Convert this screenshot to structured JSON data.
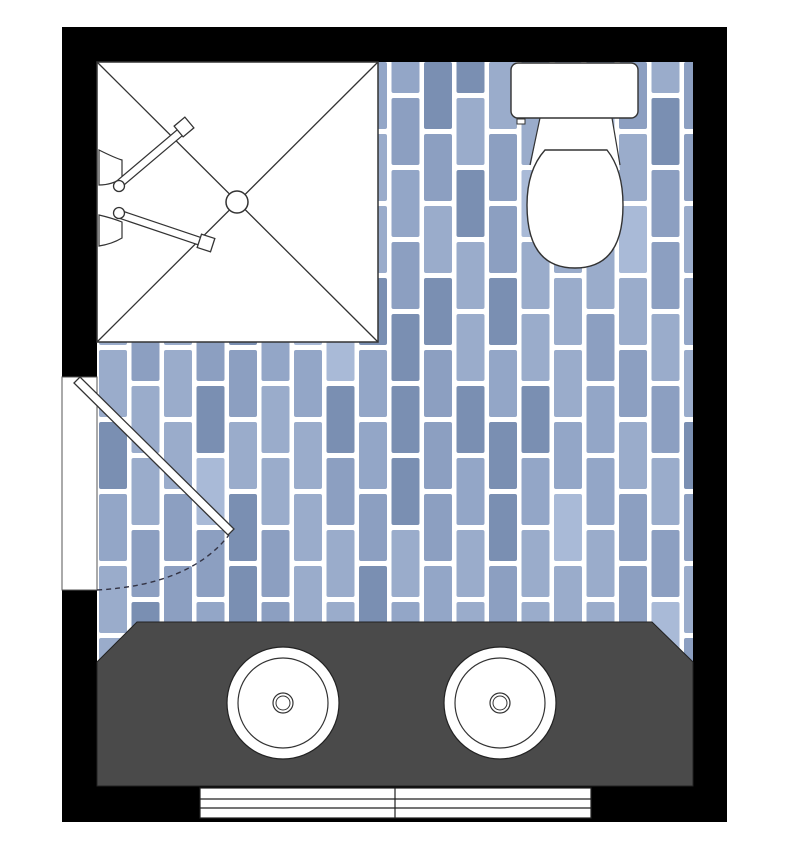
{
  "colors": {
    "wall": "#000000",
    "grout": "#ffffff",
    "tiles": [
      "#9aaccb",
      "#8c9fc1",
      "#7a8fb2",
      "#a9bad7",
      "#93a6c7"
    ],
    "vanity": "#4a4a4a",
    "fixture": "#ffffff",
    "line": "#333333"
  },
  "fixtures": [
    "shower",
    "toilet",
    "door",
    "double-vanity",
    "window"
  ]
}
